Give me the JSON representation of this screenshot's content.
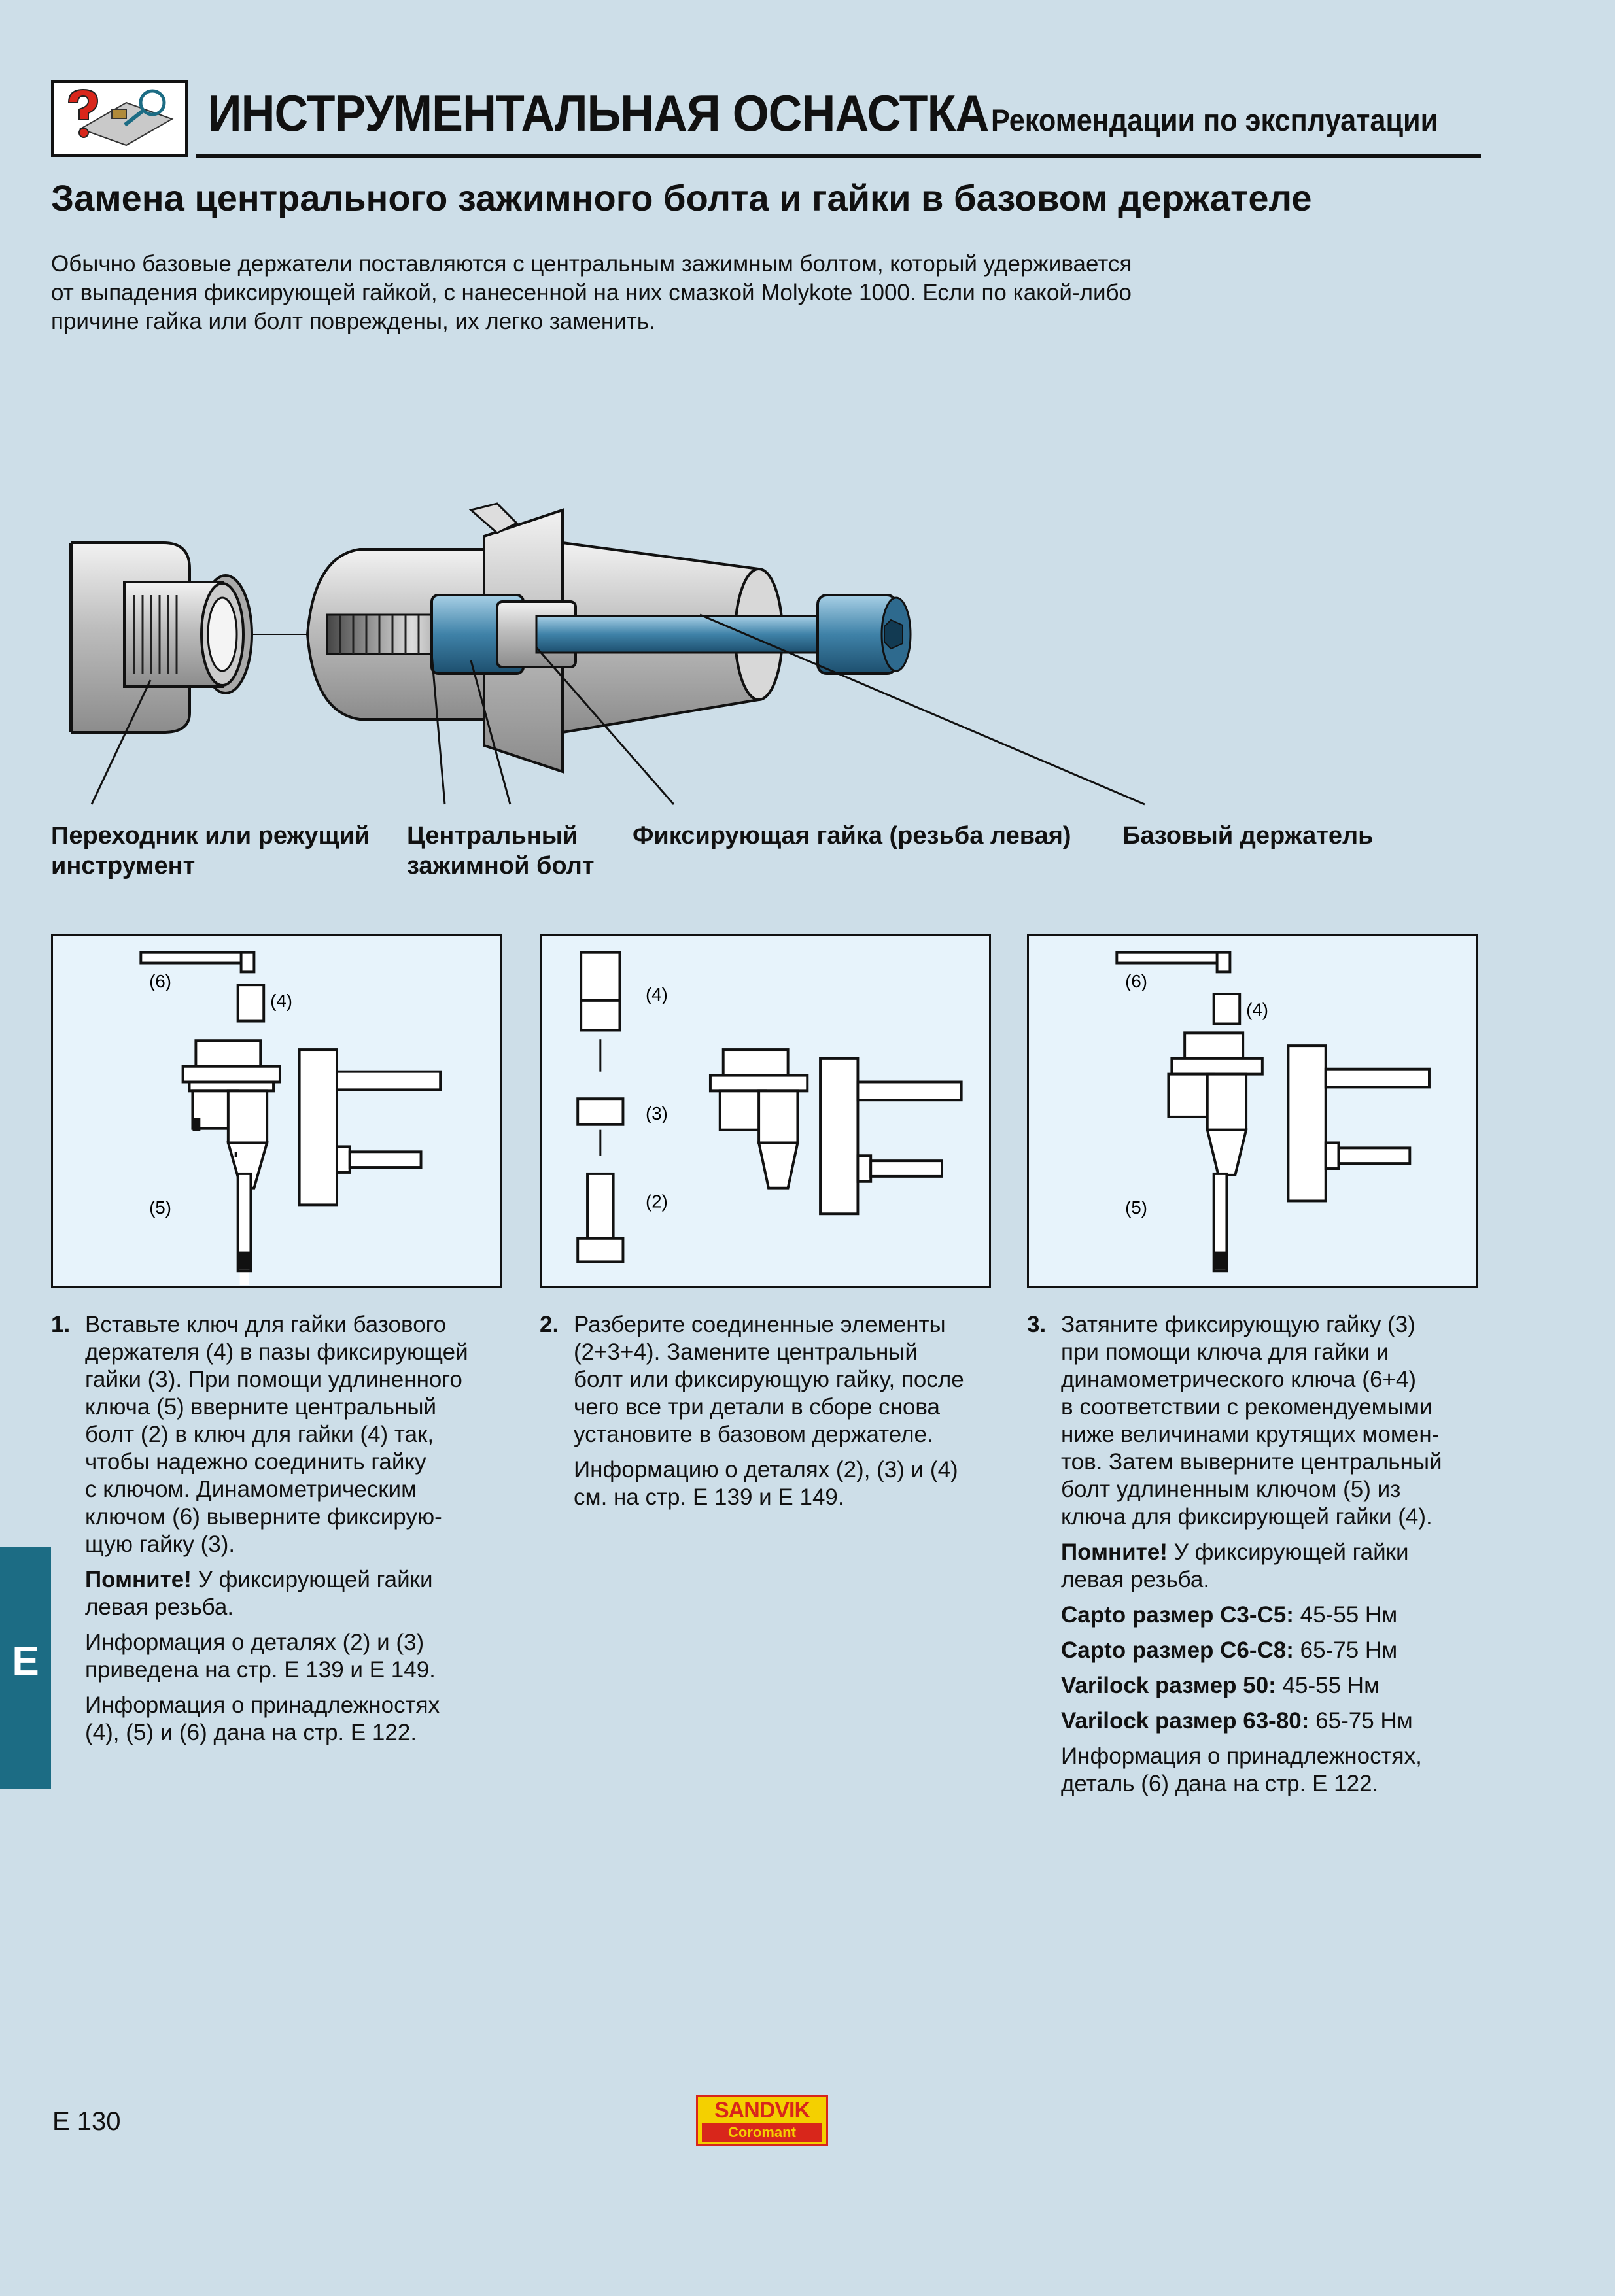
{
  "header": {
    "title": "ИНСТРУМЕНТАЛЬНАЯ ОСНАСТКА",
    "subtitle": "Рекомендации по эксплуатации",
    "icon": "tools-question-icon"
  },
  "section_title": "Замена центрального зажимного болта и гайки в базовом держателе",
  "intro_lines": [
    "Обычно базовые держатели поставляются с центральным зажимным болтом, который удерживается",
    "от выпадения фиксирующей гайкой, с нанесенной на них смазкой Molykote 1000. Если по какой-либо",
    "причине гайка или болт повреждены, их легко заменить."
  ],
  "assembly_labels": {
    "adapter": [
      "Переходник или режущий",
      "инструмент"
    ],
    "bolt": [
      "Центральный",
      "зажимной болт"
    ],
    "nut": "Фиксирующая гайка (резьба левая)",
    "holder": "Базовый держатель"
  },
  "panels": {
    "p1": {
      "l6": "(6)",
      "l4": "(4)",
      "l5": "(5)"
    },
    "p2": {
      "l4": "(4)",
      "l3": "(3)",
      "l2": "(2)"
    },
    "p3": {
      "l6": "(6)",
      "l4": "(4)",
      "l5": "(5)"
    }
  },
  "steps": [
    {
      "num": "1.",
      "lines": [
        "Вставьте ключ для гайки базового",
        "держателя (4) в пазы фиксирующей",
        "гайки (3). При помощи удлиненного",
        "ключа (5) вверните центральный",
        "болт (2) в ключ для гайки (4) так,",
        "чтобы надежно соединить гайку",
        "с ключом. Динамометрическим",
        "ключом (6) выверните фиксирую-",
        "щую гайку (3)."
      ],
      "note_bold": "Помните!",
      "note_text": " У фиксирующей гайки",
      "note_text2": "левая резьба.",
      "info1": [
        "Информация о деталях (2) и (3)",
        "приведена на стр. E 139 и E 149."
      ],
      "info2": [
        "Информация о принадлежностях",
        "(4), (5) и (6) дана на стр. E 122."
      ]
    },
    {
      "num": "2.",
      "lines": [
        "Разберите соединенные элементы",
        "(2+3+4). Замените центральный",
        "болт или фиксирующую гайку, после",
        "чего все три детали в сборе снова",
        "установите в базовом держателе."
      ],
      "info1": [
        "Информацию о деталях (2), (3) и (4)",
        "см. на стр. E 139 и E 149."
      ]
    },
    {
      "num": "3.",
      "lines": [
        "Затяните фиксирующую гайку (3)",
        "при помощи ключа для гайки и",
        "динамометрического ключа (6+4)",
        "в соответствии с рекомендуемыми",
        "ниже величинами крутящих момен-",
        "тов. Затем выверните центральный",
        "болт удлиненным ключом (5) из",
        "ключа для фиксирующей гайки (4)."
      ],
      "note_bold": "Помните!",
      "note_text": " У фиксирующей гайки",
      "note_text2": "левая резьба.",
      "torques": [
        {
          "label": "Capto размер C3-C5:",
          "value": " 45-55 Нм"
        },
        {
          "label": "Capto размер C6-C8:",
          "value": "  65-75 Нм"
        },
        {
          "label": "Varilock размер 50:",
          "value": " 45-55 Нм"
        },
        {
          "label": "Varilock размер 63-80:",
          "value": " 65-75 Нм"
        }
      ],
      "info1": [
        "Информация о принадлежностях,",
        "деталь (6) дана на стр. E 122."
      ]
    }
  ],
  "side_tab": "E",
  "page_number": "E 130",
  "logo": {
    "top": "SANDVIK",
    "bottom": "Coromant"
  },
  "colors": {
    "background": "#cddee8",
    "panel": "#e7f3fb",
    "tab": "#1c6c84",
    "bolt_blue": "#3f82a8",
    "logo_yellow": "#f4d000",
    "logo_red": "#d8261b"
  }
}
